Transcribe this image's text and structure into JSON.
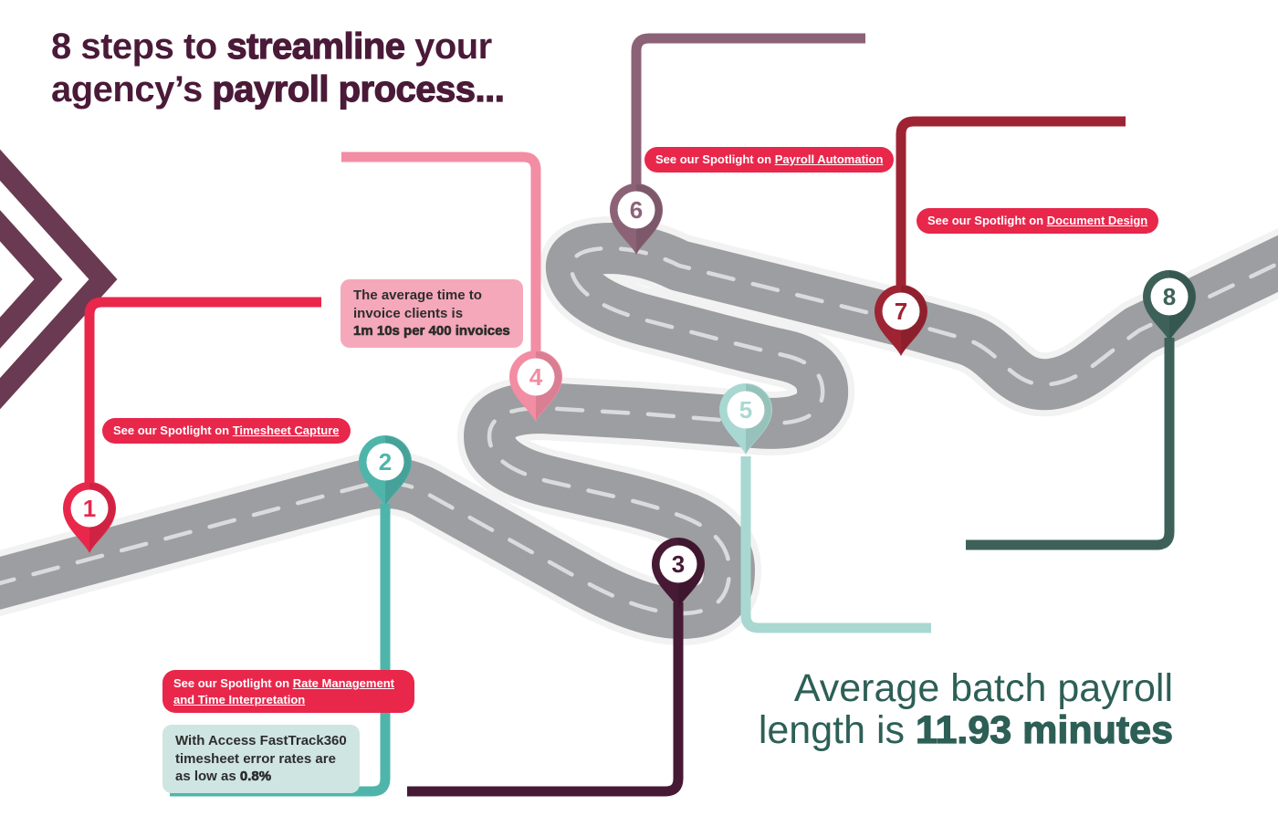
{
  "title": {
    "l1a": "8 steps to ",
    "l1b": "streamline",
    "l1c": " your",
    "l2a": "agency’s ",
    "l2b": "payroll process..."
  },
  "badges": {
    "timesheet": {
      "prefix": "See our Spotlight on ",
      "link": "Timesheet Capture"
    },
    "rate": {
      "prefix": "See our Spotlight on ",
      "link": "Rate Management and Time Interpretation"
    },
    "automation": {
      "prefix": "See our Spotlight on ",
      "link": "Payroll Automation"
    },
    "document": {
      "prefix": "See our Spotlight on ",
      "link": "Document Design"
    }
  },
  "boxes": {
    "invoice": {
      "line1": "The average time to",
      "line2": "invoice clients is",
      "emph": "1m 10s per 400 invoices"
    },
    "error": {
      "line1": "With Access FastTrack360",
      "line2": "timesheet error rates are",
      "line3": "as low as ",
      "emph": "0.8%"
    }
  },
  "stat": {
    "line1": "Average batch payroll",
    "line2": "length is ",
    "emph": "11.93 minutes"
  },
  "pins": [
    {
      "number": "1",
      "color": "#e8274b"
    },
    {
      "number": "2",
      "color": "#4fb5ab"
    },
    {
      "number": "3",
      "color": "#461934"
    },
    {
      "number": "4",
      "color": "#f28da4"
    },
    {
      "number": "5",
      "color": "#a9d8d2"
    },
    {
      "number": "6",
      "color": "#8c6277"
    },
    {
      "number": "7",
      "color": "#9e2433"
    },
    {
      "number": "8",
      "color": "#3d6158"
    }
  ],
  "colors": {
    "accent_red": "#e8274b",
    "title": "#4a1a38",
    "chevron": "#693a51",
    "road": "#9c9ea1",
    "road_casing": "#f2f2f2",
    "road_dash": "#dadbdc",
    "pink_box_bg": "#f5a8ba",
    "teal_box_bg": "#cfe5e1",
    "box_text": "#2d2d2d",
    "stat_text": "#2d5f56"
  }
}
